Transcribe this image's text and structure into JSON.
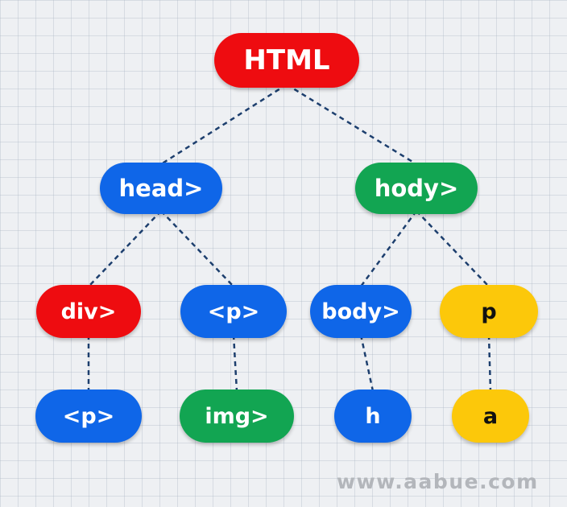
{
  "colors": {
    "red": "#ee0c10",
    "blue": "#0f66e8",
    "green": "#12a552",
    "yellow": "#fcc80a",
    "edge": "#1d3f6e"
  },
  "nodes": [
    {
      "id": "html",
      "label": "HTML",
      "color": "red",
      "text_color": "#ffffff"
    },
    {
      "id": "head",
      "label": "head>",
      "color": "blue",
      "text_color": "#ffffff"
    },
    {
      "id": "hody",
      "label": "hody>",
      "color": "green",
      "text_color": "#ffffff"
    },
    {
      "id": "div",
      "label": "div>",
      "color": "red",
      "text_color": "#ffffff"
    },
    {
      "id": "p1",
      "label": "<p>",
      "color": "blue",
      "text_color": "#ffffff"
    },
    {
      "id": "body",
      "label": "body>",
      "color": "blue",
      "text_color": "#ffffff"
    },
    {
      "id": "p2",
      "label": "p",
      "color": "yellow",
      "text_color": "#111111"
    },
    {
      "id": "p3",
      "label": "<p>",
      "color": "blue",
      "text_color": "#ffffff"
    },
    {
      "id": "img",
      "label": "img>",
      "color": "green",
      "text_color": "#ffffff"
    },
    {
      "id": "h",
      "label": "h",
      "color": "blue",
      "text_color": "#ffffff"
    },
    {
      "id": "a",
      "label": "a",
      "color": "yellow",
      "text_color": "#111111"
    }
  ],
  "edges": [
    [
      "html",
      "head"
    ],
    [
      "html",
      "hody"
    ],
    [
      "head",
      "div"
    ],
    [
      "head",
      "p1"
    ],
    [
      "hody",
      "body"
    ],
    [
      "hody",
      "p2"
    ],
    [
      "div",
      "p3"
    ],
    [
      "p1",
      "img"
    ],
    [
      "body",
      "h"
    ],
    [
      "p2",
      "a"
    ]
  ],
  "watermark": "www.aabue.com"
}
